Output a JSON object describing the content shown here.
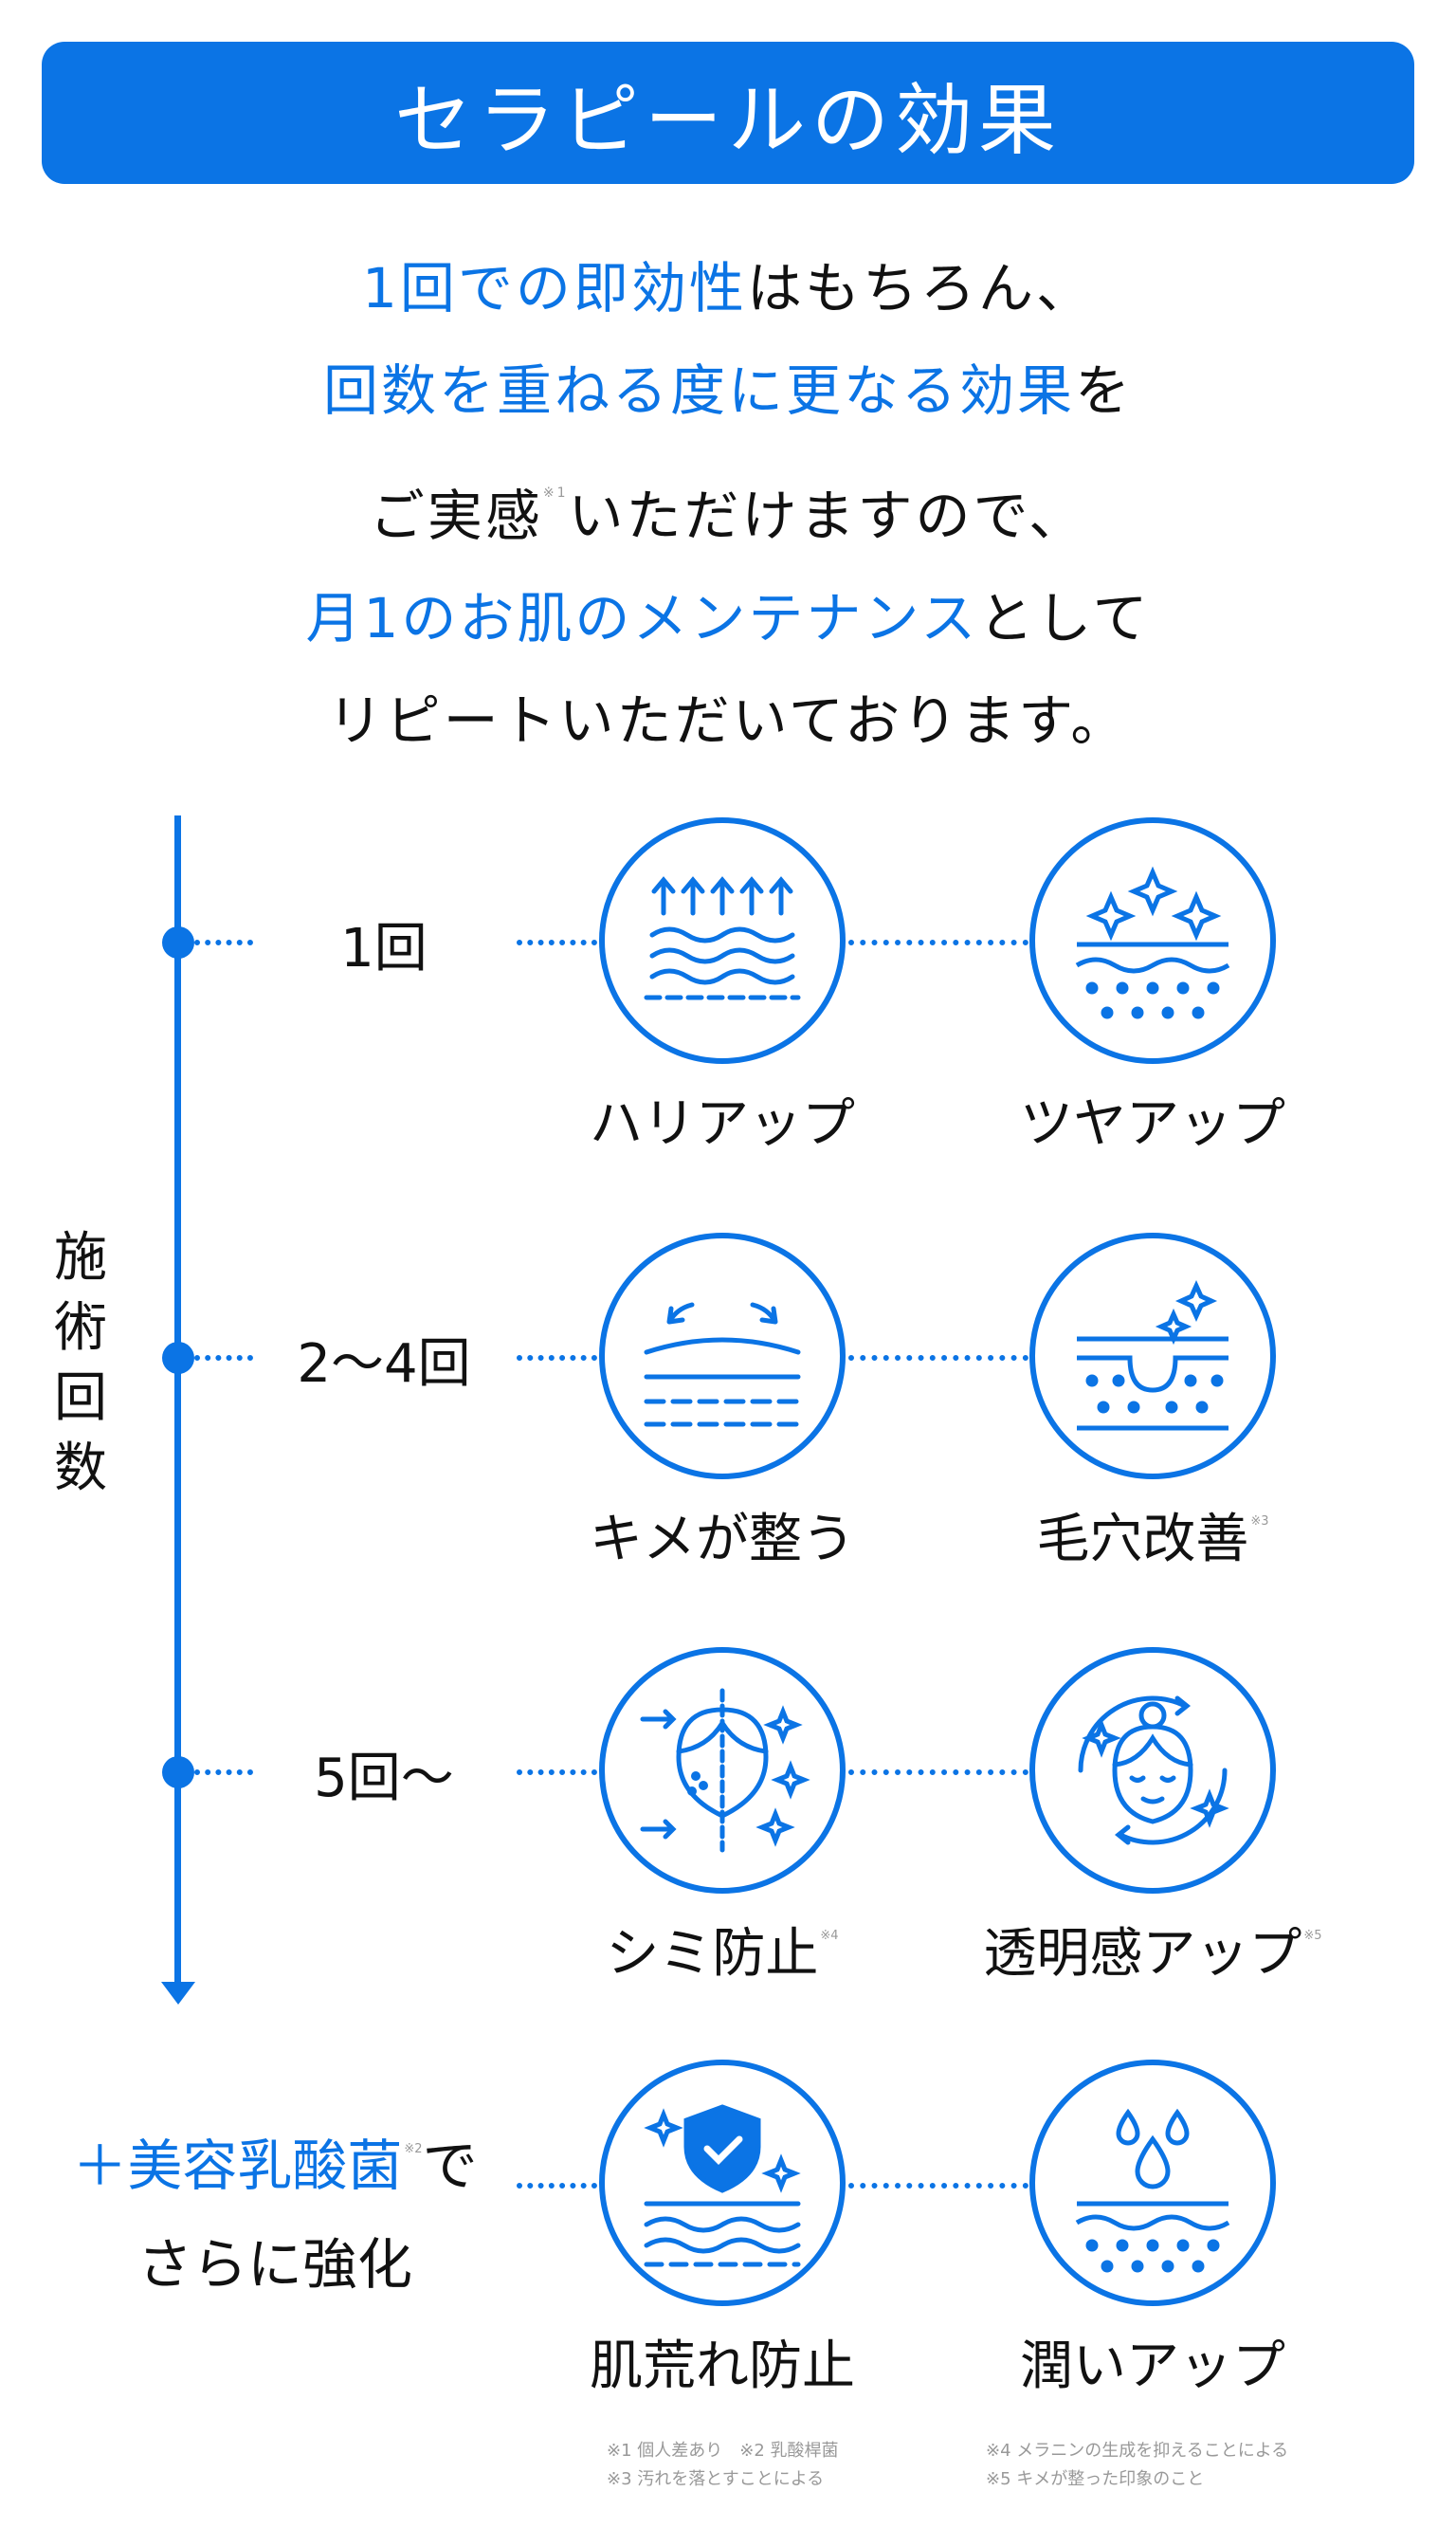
{
  "title": "セラピールの効果",
  "intro": {
    "l1a": "1回での即効性",
    "l1b": "はもちろん、",
    "l2a": "回数を重ねる度に更なる効果",
    "l2b": "を",
    "l3a": "ご実感",
    "l3sup": "※1",
    "l3b": "いただけますので、",
    "l4a": "月1のお肌のメンテナンス",
    "l4b": "として",
    "l5": "リピートいただいております。"
  },
  "timeline": {
    "label": [
      "施",
      "術",
      "回",
      "数"
    ],
    "counts": [
      "1回",
      "2〜4回",
      "5回〜"
    ]
  },
  "effects": [
    {
      "label": "ハリアップ",
      "sup": "",
      "icon": "skin-lift-icon"
    },
    {
      "label": "ツヤアップ",
      "sup": "",
      "icon": "skin-shine-icon"
    },
    {
      "label": "キメが整う",
      "sup": "",
      "icon": "skin-texture-icon"
    },
    {
      "label": "毛穴改善",
      "sup": "※3",
      "icon": "pore-icon"
    },
    {
      "label": "シミ防止",
      "sup": "※4",
      "icon": "face-spot-icon"
    },
    {
      "label": "透明感アップ",
      "sup": "※5",
      "icon": "face-glow-icon"
    },
    {
      "label": "肌荒れ防止",
      "sup": "",
      "icon": "shield-skin-icon"
    },
    {
      "label": "潤いアップ",
      "sup": "",
      "icon": "moisture-icon"
    }
  ],
  "plus": {
    "a": "＋美容乳酸菌",
    "sup": "※2",
    "b": "で",
    "c": "さらに強化"
  },
  "footnotes": {
    "n1": "※1 個人差あり　※2 乳酸桿菌",
    "n3": "※3 汚れを落とすことによる",
    "n4": "※4 メラニンの生成を抑えることによる",
    "n5": "※5 キメが整った印象のこと"
  },
  "colors": {
    "accent": "#0b74e5"
  }
}
